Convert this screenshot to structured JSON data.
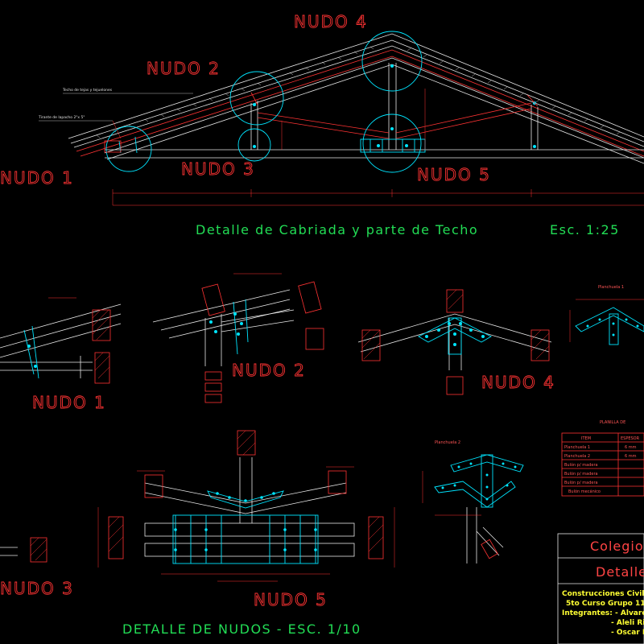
{
  "labels": {
    "nudo4_top": "NUDO 4",
    "nudo2_top": "NUDO 2",
    "nudo1_top": "NUDO 1",
    "nudo3_top": "NUDO 3",
    "nudo5_top": "NUDO 5",
    "nudo1_det": "NUDO 1",
    "nudo2_det": "NUDO 2",
    "nudo4_det": "NUDO 4",
    "nudo3_det": "NUDO 3",
    "nudo5_det": "NUDO 5"
  },
  "titles": {
    "truss": "Detalle de Cabriada y parte de Techo",
    "truss_scale": "Esc. 1:25",
    "nodes": "DETALLE DE NUDOS - ESC. 1/10"
  },
  "annotations": {
    "roof": "Techo de tejas y tejuelones",
    "board": "Tirante de lapacho 2\"x 5\"",
    "plate1": "Planchuela 1",
    "plate2": "Planchuela 2",
    "table_title": "PLANILLA DE"
  },
  "table": {
    "headers": [
      "ITEM",
      "ESPESOR"
    ],
    "rows": [
      [
        "Planchuela 1",
        "6 mm"
      ],
      [
        "Planchuela 2",
        "6 mm"
      ],
      [
        "Bulón p/ madera",
        ""
      ],
      [
        "Bulón p/ madera",
        ""
      ],
      [
        "Bulón p/ madera",
        ""
      ],
      [
        "Bulón mecánico",
        ""
      ]
    ]
  },
  "title_block": {
    "school": "Colegio",
    "subject": "Detalle",
    "course": "Construcciones Civile",
    "grade": "5to Curso  Grupo 11",
    "members_label": "Integrantes: - Alvaro C",
    "member2": "- Aleli Riv",
    "member3": "- Oscar L"
  },
  "colors": {
    "background": "#000000",
    "lines": "#e8e8e8",
    "accent_red": "#ff3333",
    "connectors": "#00e5ff",
    "title_green": "#22dd55",
    "title_block_text": "#ffff33"
  }
}
